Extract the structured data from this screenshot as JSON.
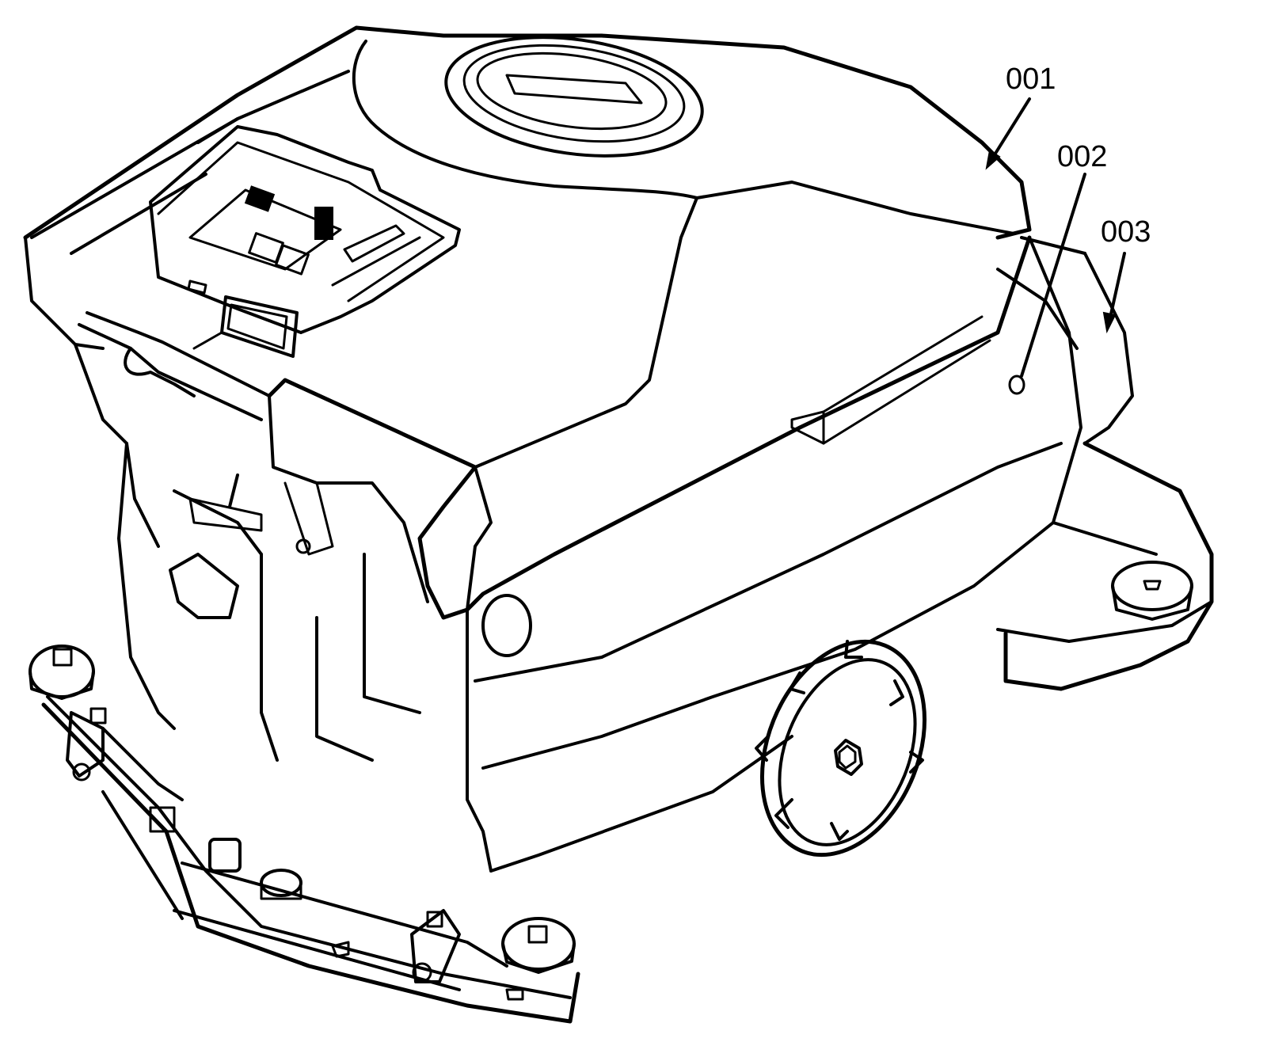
{
  "callouts": [
    {
      "id": "001",
      "label": "001"
    },
    {
      "id": "002",
      "label": "002"
    },
    {
      "id": "003",
      "label": "003"
    }
  ],
  "colors": {
    "line": "#000000",
    "background": "#ffffff"
  }
}
